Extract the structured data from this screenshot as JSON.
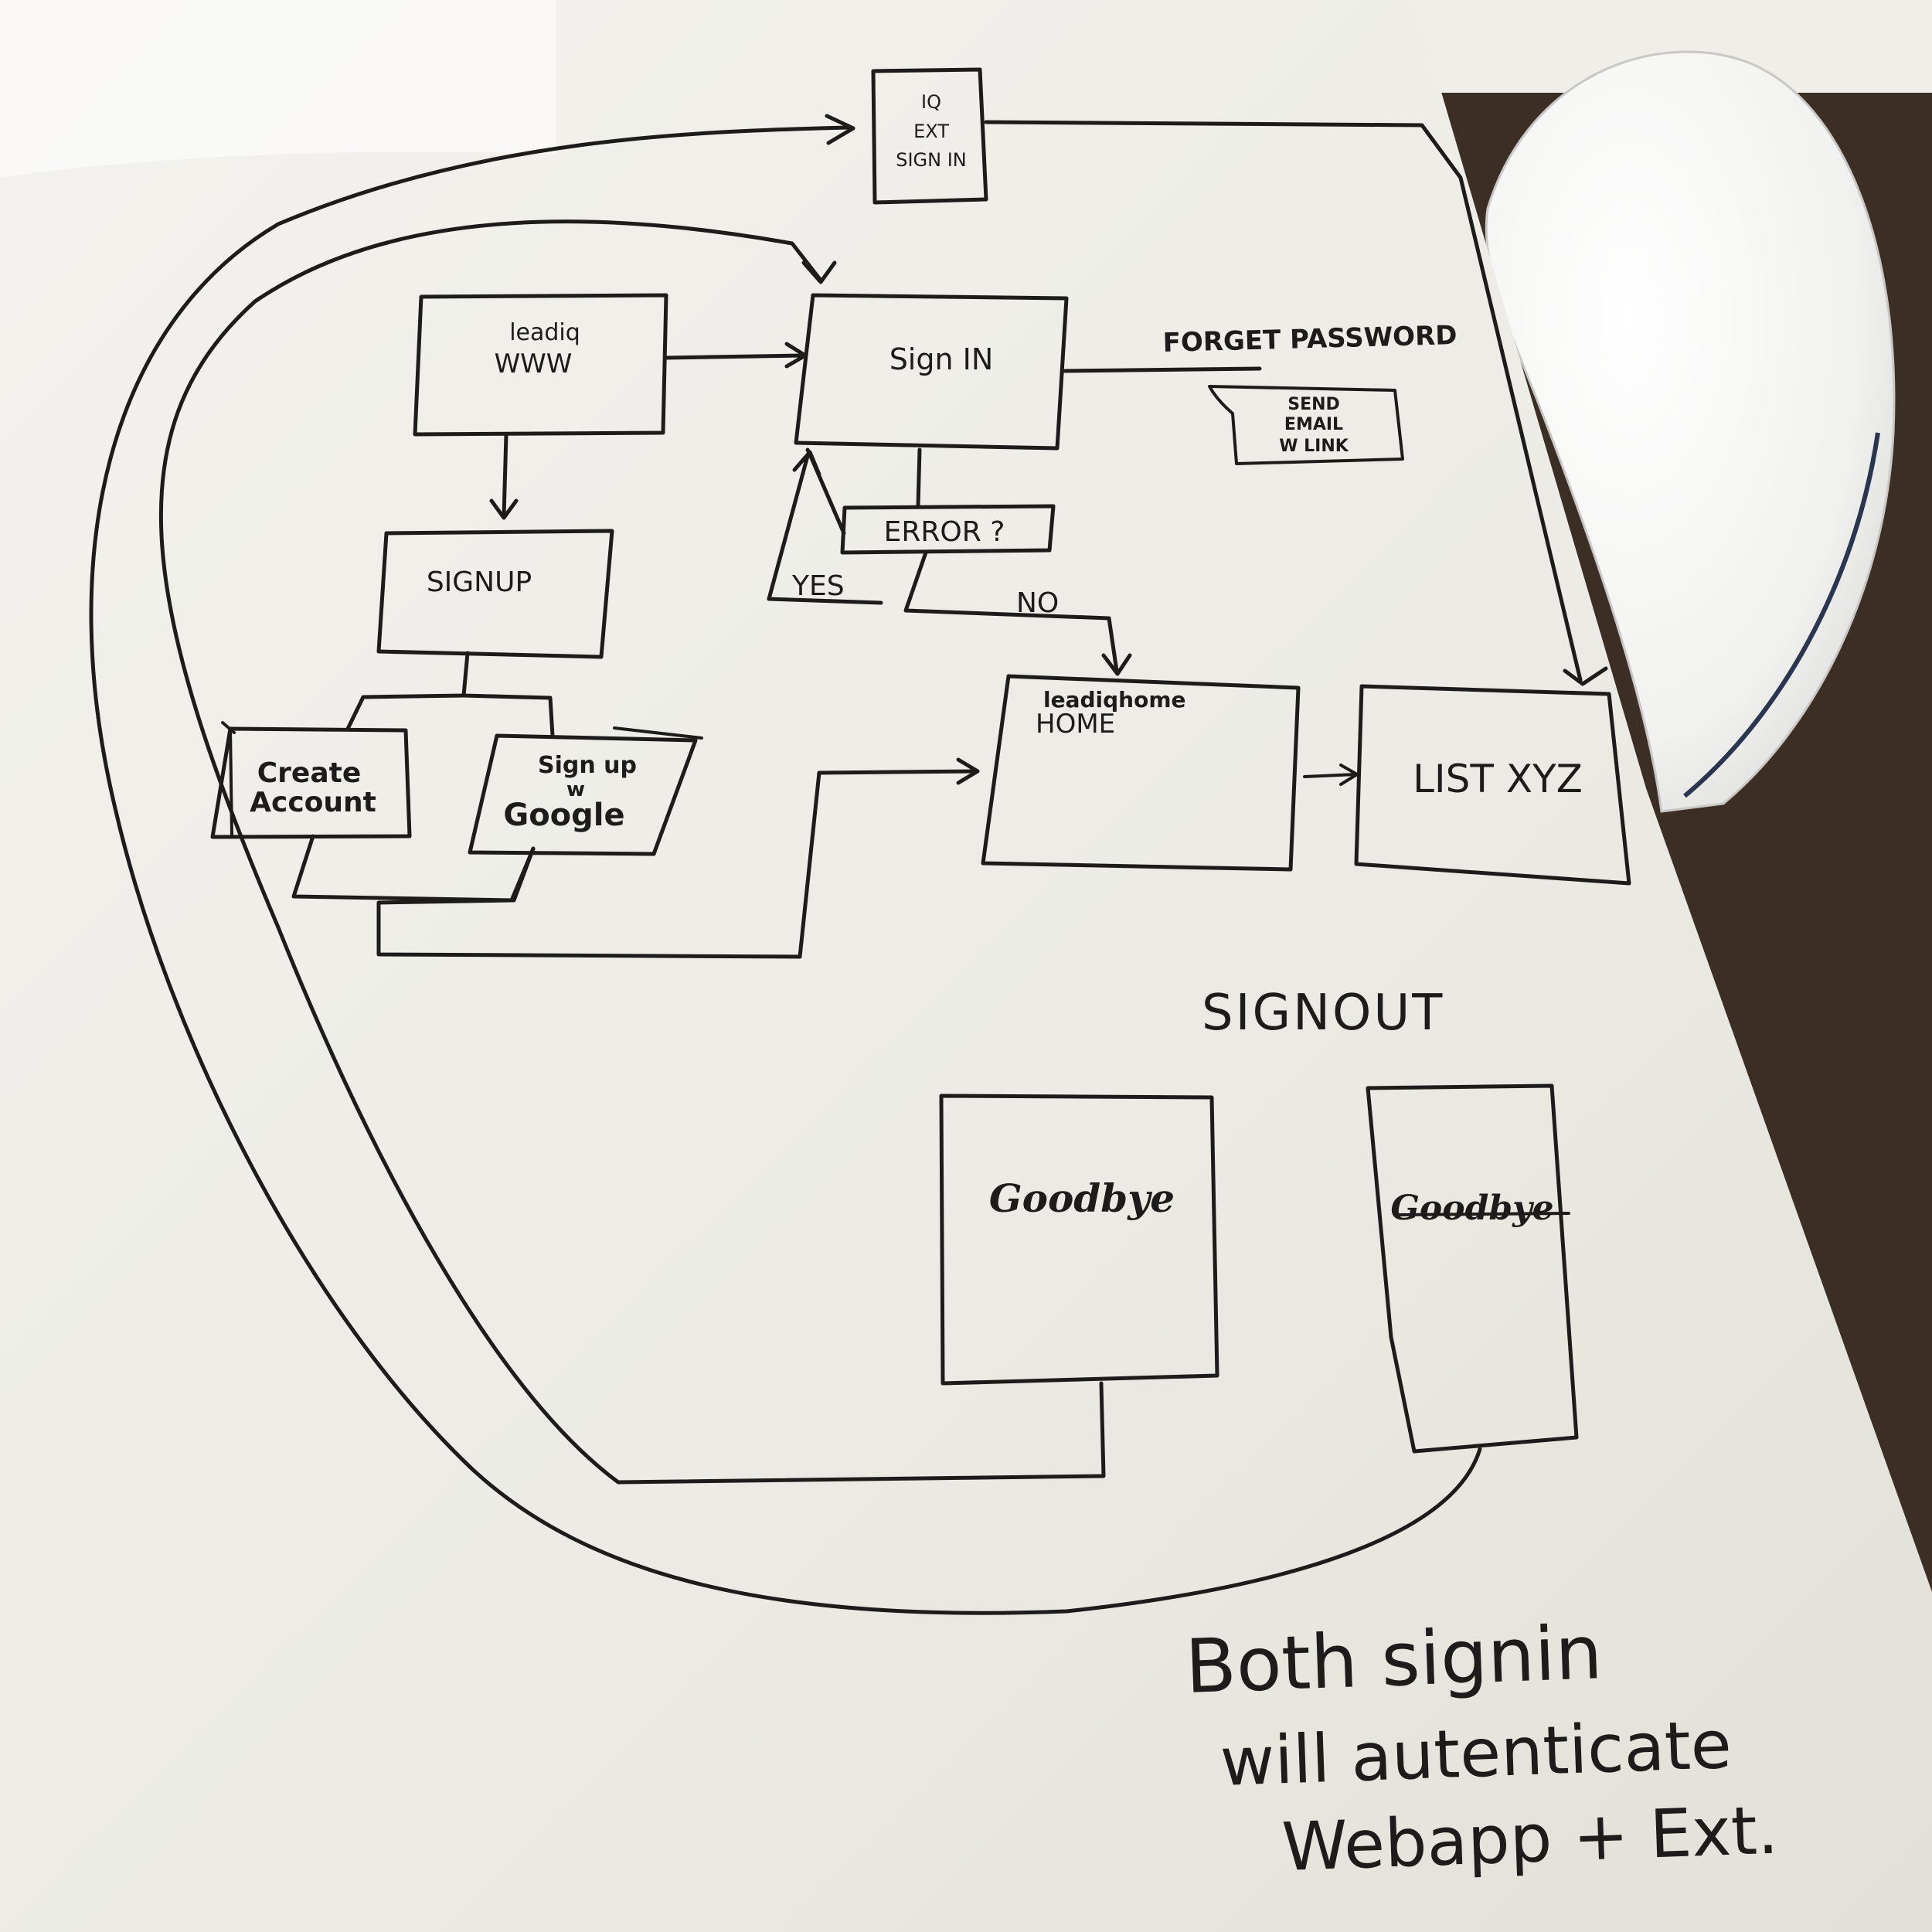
{
  "colors": {
    "whiteboard": "#efeee9",
    "ink": "#1e1c1a",
    "wall": "#3a2e25",
    "chair": "#f7f7f5"
  },
  "nodes": {
    "ext_signin": [
      "IQ",
      "EXT",
      "SIGN IN"
    ],
    "leadiq_www": [
      "leadiq",
      "WWW"
    ],
    "sign_in": "Sign IN",
    "forget_password": "FORGET PASSWORD",
    "send_email": [
      "SEND",
      "EMAIL",
      "W LINK"
    ],
    "error": "ERROR ?",
    "signup": "SIGNUP",
    "create_account": [
      "Create",
      "Account"
    ],
    "signup_google": [
      "Sign up",
      "w",
      "Google"
    ],
    "leadiq_home": [
      "leadiqhome",
      "HOME"
    ],
    "list_xyz": "LIST XYZ",
    "goodbye_left": "Goodbye",
    "goodbye_right": "Goodbye"
  },
  "edges": {
    "yes": "YES",
    "no": "NO"
  },
  "labels": {
    "signout": "SIGNOUT"
  },
  "note": [
    "Both signin",
    "will autenticate",
    "Webapp + Ext."
  ]
}
